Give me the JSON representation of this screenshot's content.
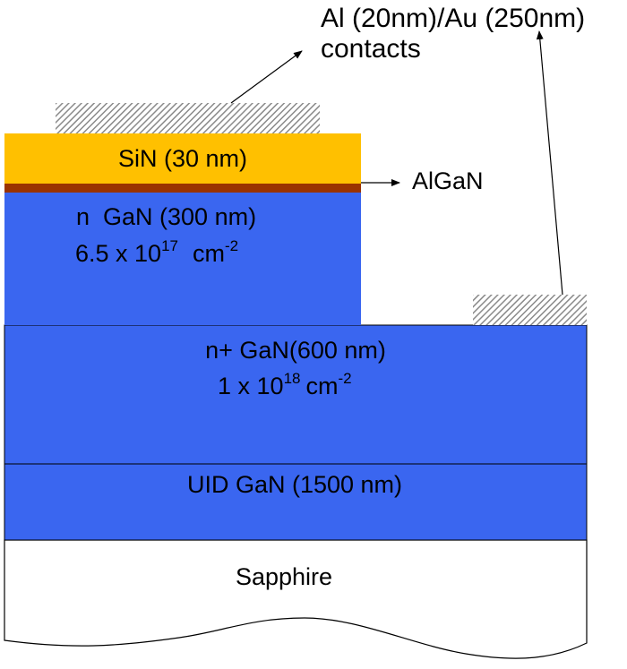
{
  "diagram": {
    "contacts_label_line1": "Al (20nm)/Au (250nm)",
    "contacts_label_line2": "contacts",
    "algan_label": "AlGaN",
    "layers": {
      "sin": {
        "label": "SiN (30 nm)"
      },
      "n_gan": {
        "line1": "n  GaN (300 nm)",
        "line2_base": "6.5 x 10",
        "line2_exp": "17",
        "line2_unit": "cm",
        "line2_unit_exp": "-2"
      },
      "nplus_gan": {
        "line1": "n+ GaN(600 nm)",
        "line2_base": "1 x 10",
        "line2_exp": "18",
        "line2_unit": "cm",
        "line2_unit_exp": "-2"
      },
      "uid_gan": {
        "label": "UID GaN (1500 nm)"
      },
      "sapphire": {
        "label": "Sapphire"
      }
    },
    "colors": {
      "gan": "#3a66f0",
      "sin": "#ffc000",
      "algan": "#993300",
      "contact": "#a6a6a6",
      "substrate": "#ffffff"
    }
  }
}
